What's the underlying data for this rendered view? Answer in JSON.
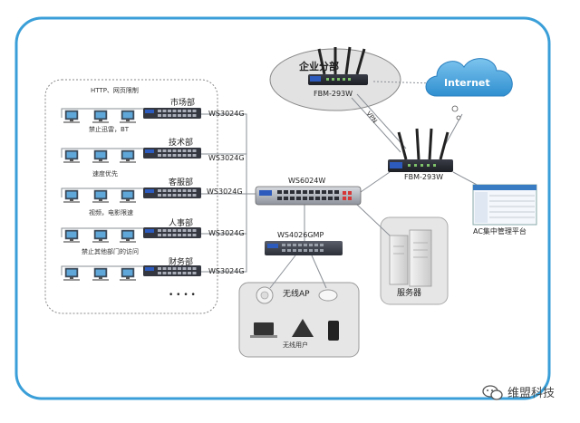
{
  "diagram": {
    "branch_title": "企业分部",
    "branch_router": "FBM-293W",
    "vpn_label": "VPN",
    "internet_label": "Internet",
    "main_router": "FBM-293W",
    "ac_label": "AC集中管理平台",
    "core_switch": "WS6024W",
    "poe_switch": "WS4026GMP",
    "server_label": "服务器",
    "wireless_ap_label": "无线AP",
    "wireless_users_label": "无线用户",
    "more_label": "• • • •",
    "policies": [
      "HTTP、网页限制",
      "禁止迅雷，BT",
      "速度优先",
      "视频，电影限速",
      "禁止其他部门的访问"
    ],
    "departments": [
      {
        "name": "市场部",
        "switch": "WS3024G"
      },
      {
        "name": "技术部",
        "switch": "WS3024G"
      },
      {
        "name": "客服部",
        "switch": "WS3024G"
      },
      {
        "name": "人事部",
        "switch": "WS3024G"
      },
      {
        "name": "财务部",
        "switch": "WS3024G"
      }
    ]
  },
  "watermark": {
    "text": "维盟科技",
    "icon": "wechat-icon"
  },
  "colors": {
    "frame": "#3a9fd8",
    "cloud": "#4aa8e0",
    "switch": "#3c3f4a",
    "vpn_line": "#9aa0a6"
  }
}
